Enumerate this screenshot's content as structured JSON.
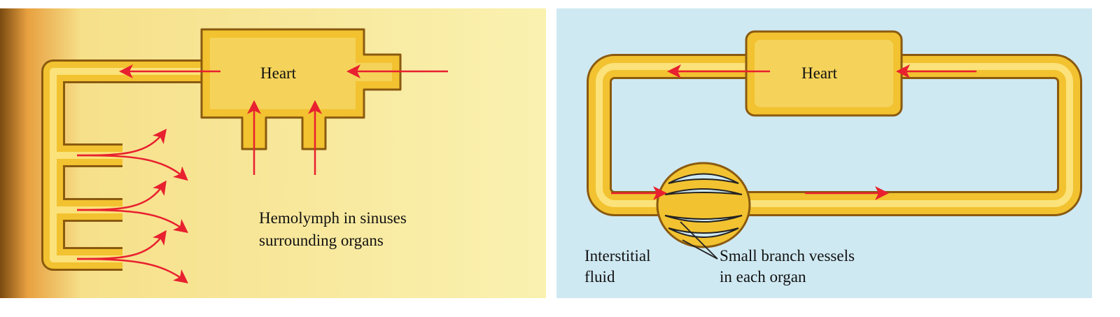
{
  "open_system": {
    "heart_label": "Heart",
    "caption_line1": "Hemolymph in sinuses",
    "caption_line2": "surrounding organs"
  },
  "closed_system": {
    "heart_label": "Heart",
    "interstitial_line1": "Interstitial",
    "interstitial_line2": "fluid",
    "vessels_line1": "Small branch vessels",
    "vessels_line2": "in each organ"
  },
  "colors": {
    "vessel": "#f2c230",
    "vessel_light": "#fbe27a",
    "outline": "#8a5a10",
    "arrow": "#e8202f",
    "open_bg": "#f8ee9e",
    "closed_bg": "#cfe9f2"
  }
}
